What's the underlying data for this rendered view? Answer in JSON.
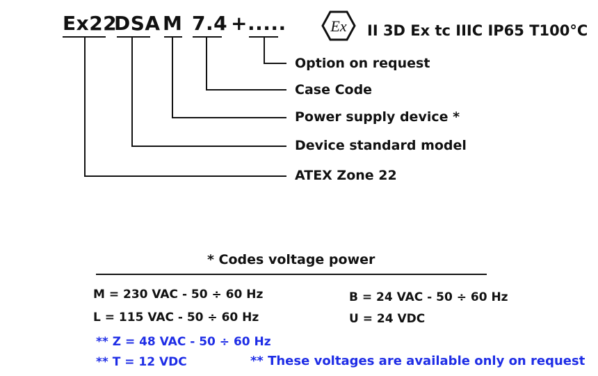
{
  "code": {
    "ex": "Ex22",
    "dsa": "DSA",
    "m": "M",
    "case": "7.4",
    "option": "+....."
  },
  "atex_marking": "II 3D Ex tc IIIC IP65 T100°C",
  "atex_symbol": "ex-hexagon-icon",
  "labels": {
    "option": "Option on request",
    "case": "Case Code",
    "power": "Power supply device *",
    "model": "Device standard model",
    "zone": "ATEX Zone 22"
  },
  "voltage": {
    "title": "* Codes voltage power",
    "left": [
      "M = 230 VAC - 50 ÷ 60 Hz",
      "L = 115 VAC - 50 ÷ 60 Hz"
    ],
    "right": [
      "B = 24 VAC - 50 ÷ 60 Hz",
      "U = 24 VDC"
    ],
    "on_request": [
      "** Z = 48 VAC - 50 ÷ 60 Hz",
      "** T = 12 VDC"
    ],
    "note": "** These voltages are available only on request"
  },
  "colors": {
    "text": "#111111",
    "accent_blue": "#1e2de6"
  }
}
